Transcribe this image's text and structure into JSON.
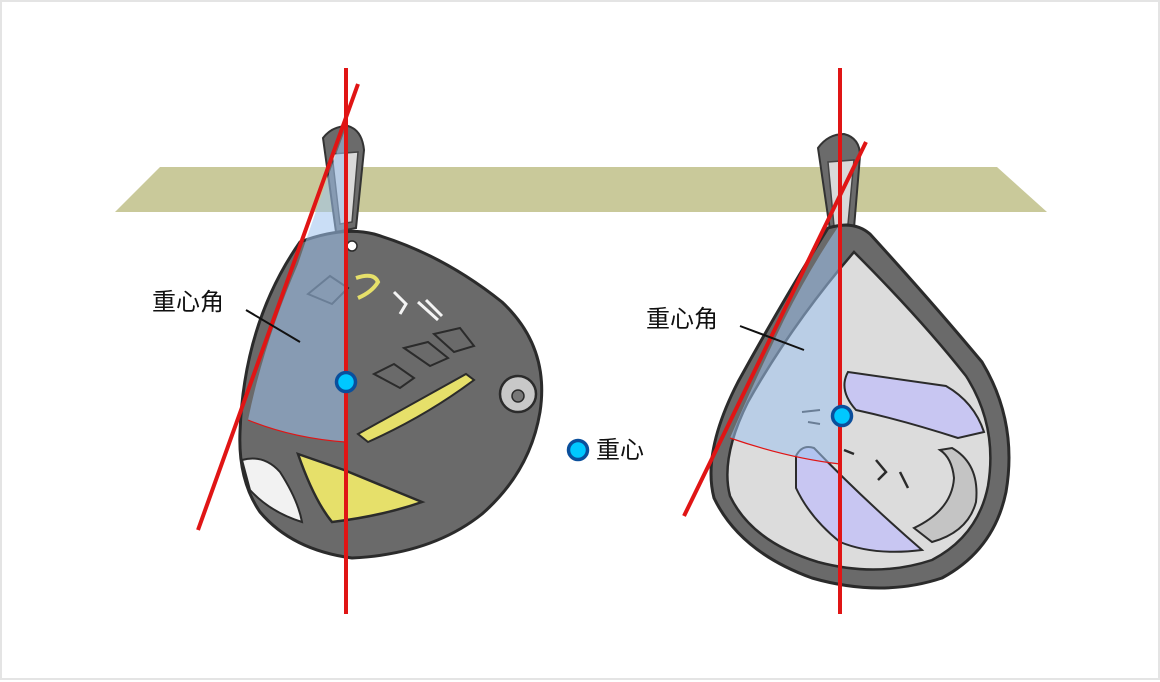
{
  "labels": {
    "left_angle": "重心角",
    "right_angle": "重心角",
    "legend": "重心"
  },
  "colors": {
    "shelf": "#c9c99a",
    "line": "#e01515",
    "dot_fill": "#00c8ff",
    "dot_stroke": "#0a4f9c",
    "head_dark": "#5f5f5f",
    "head_light": "#dcdcdc",
    "accent_yellow": "#e6e06a",
    "accent_purple": "#c8c6f2",
    "shade_blue": "#9fc3ee"
  }
}
